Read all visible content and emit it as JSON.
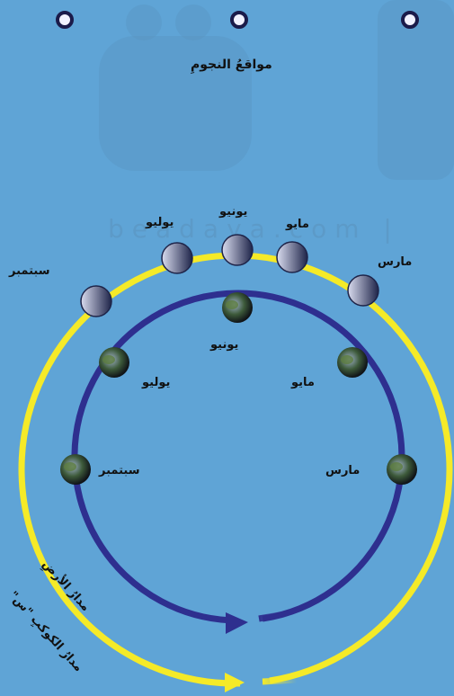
{
  "title": "مواقعُ النجومِ",
  "watermark": "beadaya.com |",
  "colors": {
    "background": "#5fa4d6",
    "planet_orbit": "#f5ea28",
    "earth_orbit": "#2e2f8f",
    "star": "#f2f2ff"
  },
  "earth_labels": {
    "march": "مارس",
    "may": "مايو",
    "june": "يونيو",
    "july": "يوليو",
    "september": "سبتمبر"
  },
  "planet_labels": {
    "march": "مارس",
    "may": "مايو",
    "june": "يونيو",
    "july": "يوليو",
    "september": "سبتمبر"
  },
  "orbit_labels": {
    "earth": "مدارُ الأرضِ",
    "planet": "مدارُ الكوكبِ \"س\""
  }
}
